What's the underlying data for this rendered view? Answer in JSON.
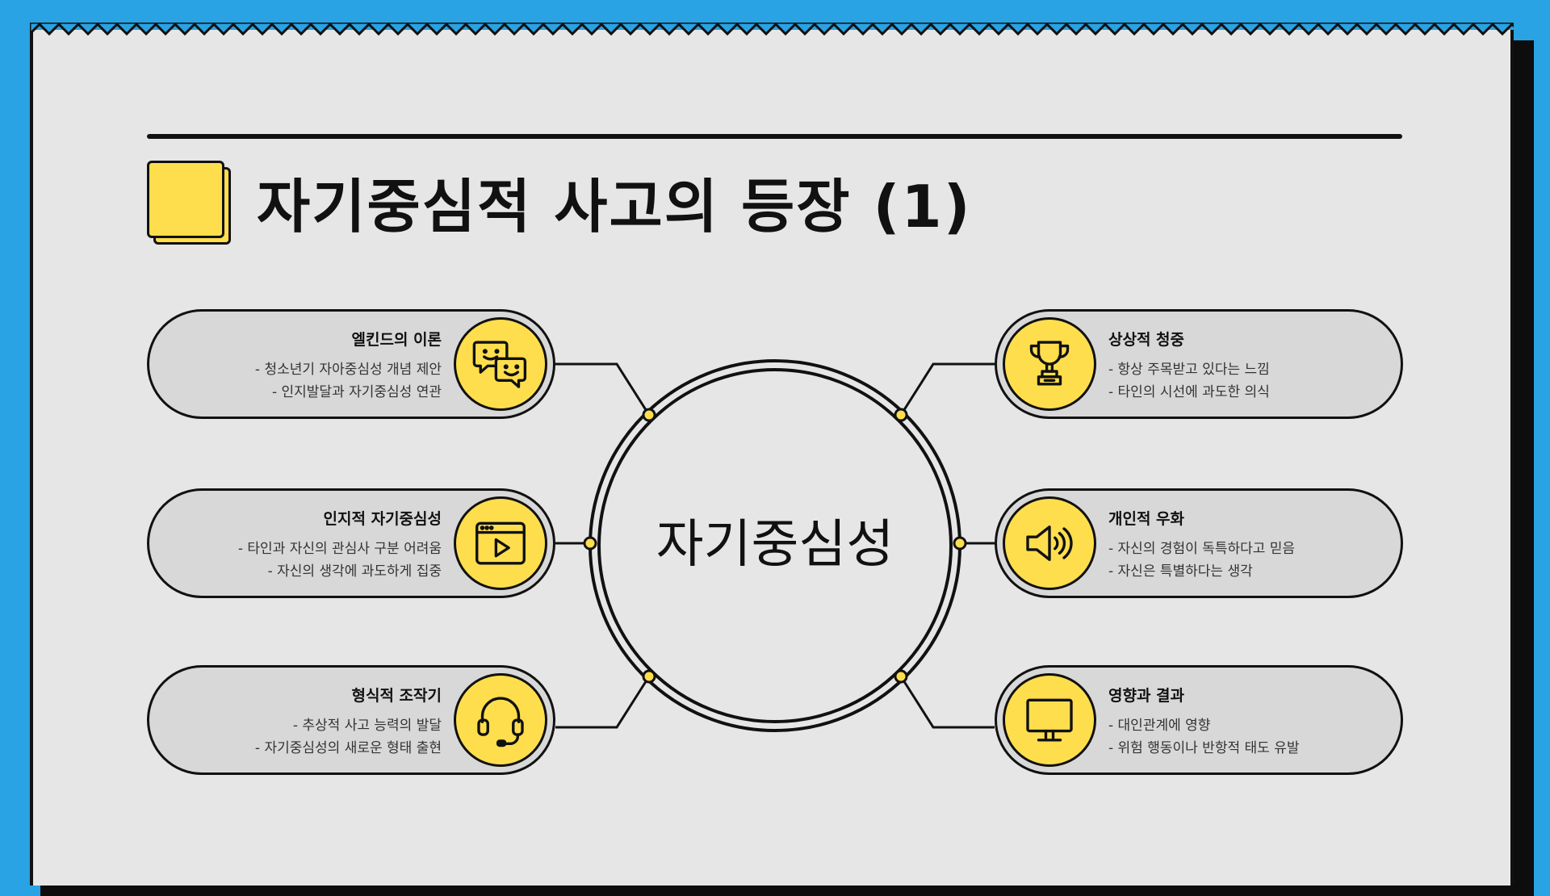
{
  "title": "자기중심적 사고의 등장 (1)",
  "center": "자기중심성",
  "colors": {
    "background": "#29a3e3",
    "paper": "#e6e6e6",
    "accent": "#ffde4d",
    "card": "#d8d8d8",
    "ink": "#111111"
  },
  "left_cards": [
    {
      "title": "엘킨드의 이론",
      "lines": [
        "- 청소년기 자아중심성 개념 제안",
        "- 인지발달과 자기중심성 연관"
      ],
      "icon": "chat-bubbles-icon"
    },
    {
      "title": "인지적 자기중심성",
      "lines": [
        "- 타인과 자신의 관심사 구분 어려움",
        "- 자신의 생각에 과도하게 집중"
      ],
      "icon": "video-player-icon"
    },
    {
      "title": "형식적 조작기",
      "lines": [
        "- 추상적 사고 능력의 발달",
        "- 자기중심성의 새로운 형태 출현"
      ],
      "icon": "headset-icon"
    }
  ],
  "right_cards": [
    {
      "title": "상상적 청중",
      "lines": [
        "- 항상 주목받고 있다는 느낌",
        "- 타인의 시선에 과도한 의식"
      ],
      "icon": "trophy-icon"
    },
    {
      "title": "개인적 우화",
      "lines": [
        "- 자신의 경험이 독특하다고 믿음",
        "- 자신은 특별하다는 생각"
      ],
      "icon": "speaker-icon"
    },
    {
      "title": "영향과 결과",
      "lines": [
        "- 대인관계에 영향",
        "- 위험 행동이나 반항적 태도 유발"
      ],
      "icon": "monitor-icon"
    }
  ]
}
